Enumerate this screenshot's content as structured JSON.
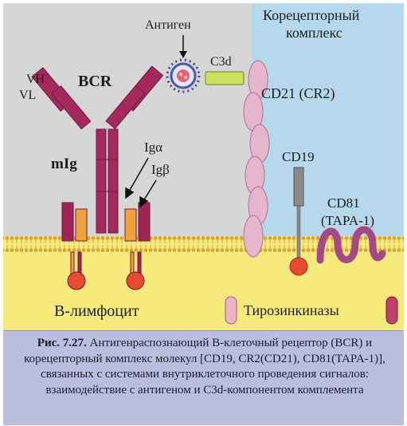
{
  "labels": {
    "coreceptor_title_line1": "Корецепторный",
    "coreceptor_title_line2": "комплекс",
    "antigen": "Антиген",
    "c3d": "C3d",
    "vh": "VH",
    "vl": "VL",
    "bcr": "BCR",
    "mig": "mIg",
    "ig_alpha": "Igα",
    "ig_beta": "Igβ",
    "cd21": "CD21 (CR2)",
    "cd19": "CD19",
    "cd81_line1": "CD81",
    "cd81_line2": "(TAPA-1)",
    "b_lymphocyte": "B-лимфоцит",
    "tyrosine_kinases": "Тирозинкиназы"
  },
  "caption": {
    "figure_number": "Рис. 7.27.",
    "text": "Антигенраспознающий B-клеточный рецептор (BCR) и корецепторный комплекс молекул [CD19, CR2(CD21), CD81(TAPA-1)], связанных с системами внутриклеточного проведения сигналов: взаимодействие с антигеном и C3d-компонентом комплемента"
  },
  "colors": {
    "left_background": "#d6d6d6",
    "right_background": "#b5d8ec",
    "cytoplasm": "#f6ea7c",
    "membrane_head": "#e0b23a",
    "bcr": "#a42a5d",
    "ig_orange": "#f0a33c",
    "ig_dark": "#a02556",
    "itam_red": "#e84a2f",
    "cd21": "#e6b6cc",
    "cd19_stalk": "#909090",
    "cd81": "#a54886",
    "c3d": "#cde05c",
    "kinase_pink": "#ecb6c8",
    "kinase_magenta": "#c03e6a",
    "caption_bg": "#b9bedf"
  }
}
